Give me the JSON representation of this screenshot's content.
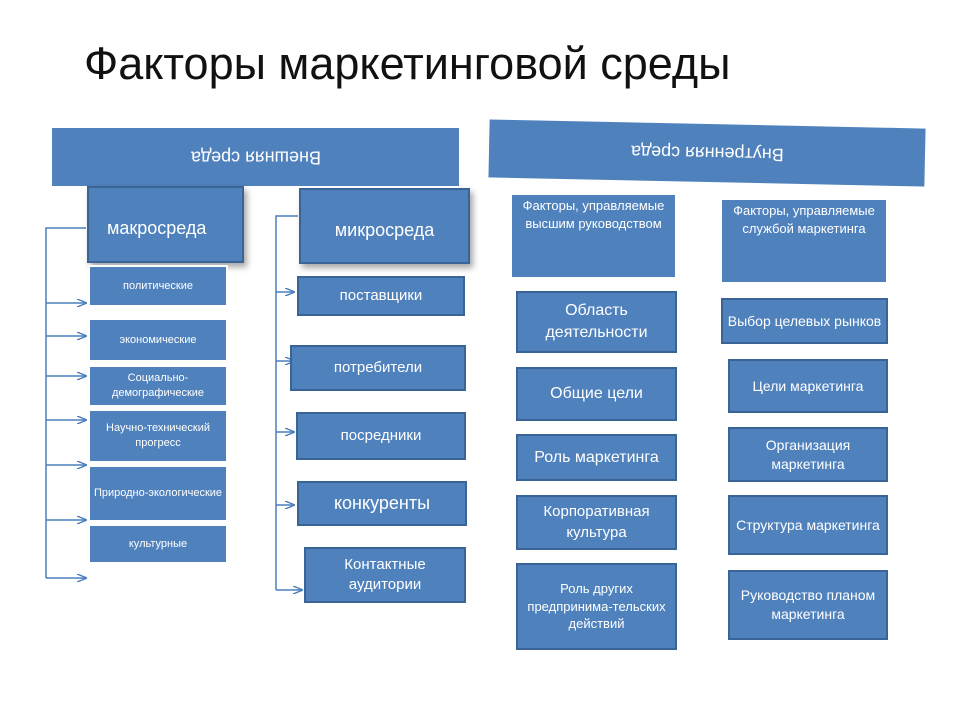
{
  "title": "Факторы маркетинговой среды",
  "banners": {
    "external": "Внешняя среда",
    "internal": "Внутренняя среда"
  },
  "macro": {
    "header": "макросреда",
    "items": [
      "политические",
      "экономические",
      "Социально-демографические",
      "Научно-технический прогресс",
      "Природно-экологические",
      "культурные"
    ]
  },
  "micro": {
    "header": "микросреда",
    "items": [
      "поставщики",
      "потребители",
      "посредники",
      "конкуренты",
      "Контактные аудитории"
    ]
  },
  "top_mgmt": {
    "header": "Факторы, управляемые высшим руководством",
    "items": [
      "Область деятельности",
      "Общие цели",
      "Роль маркетинга",
      "Корпоративная культура",
      "Роль других предпринима-тельских действий"
    ]
  },
  "marketing_service": {
    "header": "Факторы, управляемые службой маркетинга",
    "items": [
      "Выбор целевых рынков",
      "Цели маркетинга",
      "Организация маркетинга",
      "Структура маркетинга",
      "Руководство планом маркетинга"
    ]
  },
  "colors": {
    "box_fill": "#4f81bd",
    "box_border": "#3a6496",
    "connector": "#4a7ebb"
  }
}
